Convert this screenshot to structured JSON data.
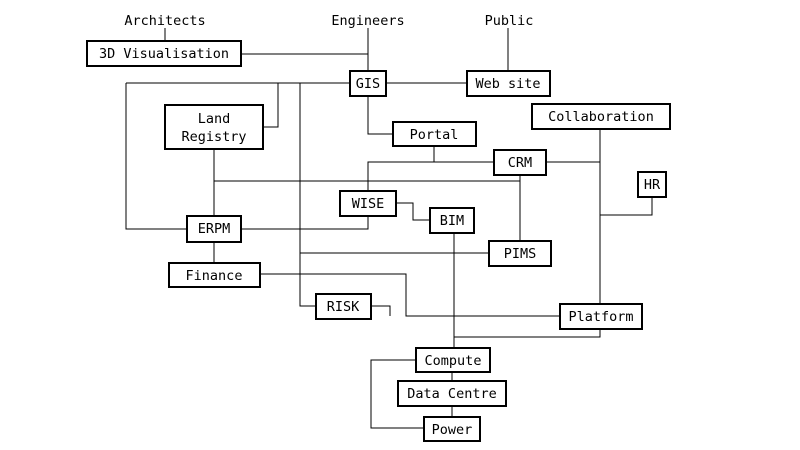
{
  "actors": {
    "architects": "Architects",
    "engineers": "Engineers",
    "public": "Public"
  },
  "nodes": {
    "visualisation": "3D Visualisation",
    "gis": "GIS",
    "website": "Web site",
    "land_registry_1": "Land",
    "land_registry_2": "Registry",
    "portal": "Portal",
    "collaboration": "Collaboration",
    "crm": "CRM",
    "hr": "HR",
    "wise": "WISE",
    "bim": "BIM",
    "erpm": "ERPM",
    "pims": "PIMS",
    "finance": "Finance",
    "risk": "RISK",
    "platform": "Platform",
    "compute": "Compute",
    "data_centre": "Data Centre",
    "power": "Power"
  }
}
